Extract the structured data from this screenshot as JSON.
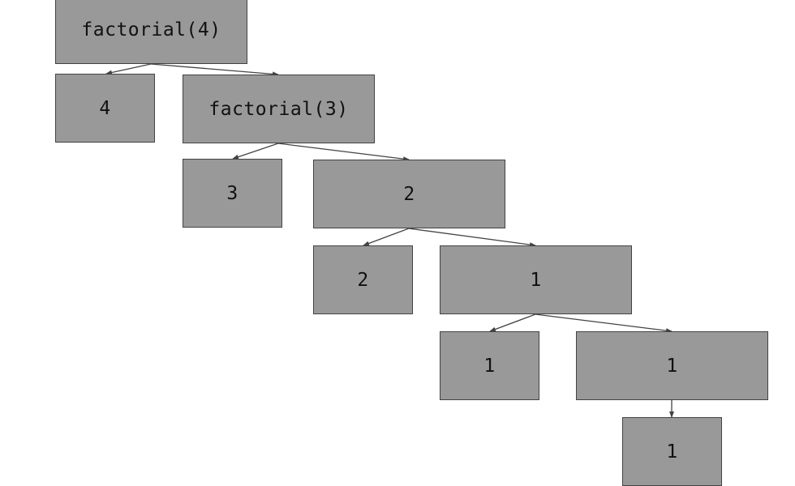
{
  "diagram": {
    "nodes": {
      "root": "factorial(4)",
      "n4": "4",
      "f3": "factorial(3)",
      "n3": "3",
      "n2a": "2",
      "n2b": "2",
      "n1a": "1",
      "n1b": "1",
      "n1c": "1",
      "n1d": "1"
    },
    "colors": {
      "node_fill": "#999999",
      "node_border": "#434343",
      "edge": "#434343",
      "text": "#111111"
    }
  }
}
